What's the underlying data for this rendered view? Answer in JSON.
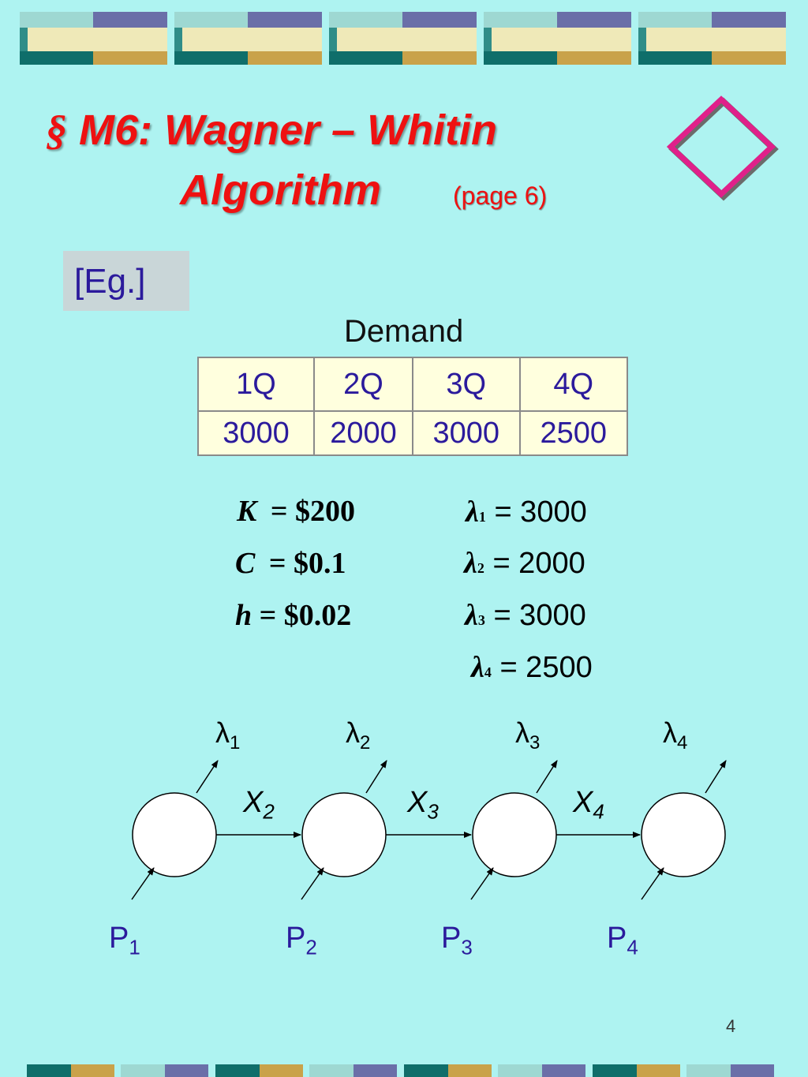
{
  "title": {
    "section_symbol": "§",
    "line1": "M6: Wagner – Whitin",
    "line2": "Algorithm",
    "page_ref": "(page 6)"
  },
  "example_label": "[Eg.]",
  "demand": {
    "title": "Demand",
    "headers": [
      "1Q",
      "2Q",
      "3Q",
      "4Q"
    ],
    "values": [
      "3000",
      "2000",
      "3000",
      "2500"
    ]
  },
  "parameters": [
    {
      "symbol": "K",
      "text": "= $200"
    },
    {
      "symbol": "C",
      "text": "= $0.1"
    },
    {
      "symbol": "h",
      "text": "= $0.02"
    }
  ],
  "lambdas": [
    {
      "symbol": "λ",
      "sub": "1",
      "text": "= 3000"
    },
    {
      "symbol": "λ",
      "sub": "2",
      "text": "= 2000"
    },
    {
      "symbol": "λ",
      "sub": "3",
      "text": "= 3000"
    },
    {
      "symbol": "λ",
      "sub": "4",
      "text": "= 2500"
    }
  ],
  "network": {
    "demand_labels": [
      {
        "base": "λ",
        "sub": "1"
      },
      {
        "base": "λ",
        "sub": "2"
      },
      {
        "base": "λ",
        "sub": "3"
      },
      {
        "base": "λ",
        "sub": "4"
      }
    ],
    "flow_labels": [
      {
        "base": "X",
        "sub": "2"
      },
      {
        "base": "X",
        "sub": "3"
      },
      {
        "base": "X",
        "sub": "4"
      }
    ],
    "production_labels": [
      {
        "base": "P",
        "sub": "1"
      },
      {
        "base": "P",
        "sub": "2"
      },
      {
        "base": "P",
        "sub": "3"
      },
      {
        "base": "P",
        "sub": "4"
      }
    ]
  },
  "page_number": "4",
  "colors": {
    "background": "#aef3f1",
    "title": "#ee1111",
    "accent_text": "#2b1a9c",
    "diamond": "#e0208a"
  },
  "icons": [
    "diamond-icon"
  ]
}
